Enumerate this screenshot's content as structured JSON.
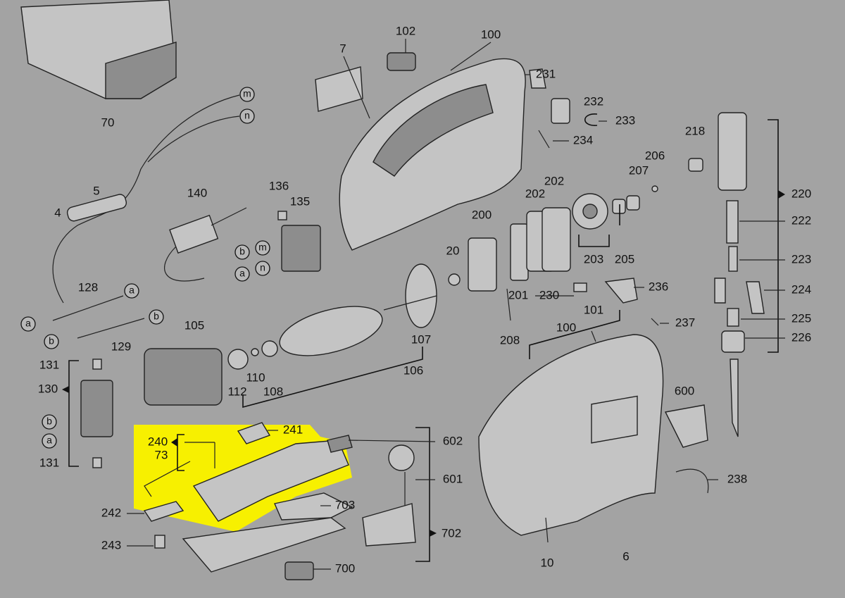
{
  "title": "Jigsaw exploded parts diagram",
  "highlight_color": "#f7f000",
  "background_color": "#a3a3a3",
  "part_numbers": {
    "p70": "70",
    "p7": "7",
    "p102": "102",
    "p100a": "100",
    "p231": "231",
    "p232": "232",
    "p233": "233",
    "p234": "234",
    "p218": "218",
    "p206": "206",
    "p207": "207",
    "p202a": "202",
    "p202b": "202",
    "p220": "220",
    "p222": "222",
    "p223": "223",
    "p224": "224",
    "p225": "225",
    "p226": "226",
    "p5": "5",
    "p4": "4",
    "p140": "140",
    "p136": "136",
    "p135": "135",
    "p200": "200",
    "p20": "20",
    "p203": "203",
    "p205": "205",
    "p236": "236",
    "p230": "230",
    "p201": "201",
    "p101": "101",
    "p128": "128",
    "p129": "129",
    "p105": "105",
    "p107": "107",
    "p208": "208",
    "p100b": "100",
    "p237": "237",
    "p106": "106",
    "p131a": "131",
    "p130": "130",
    "p110": "110",
    "p112": "112",
    "p108": "108",
    "p600": "600",
    "p241": "241",
    "p240": "240",
    "p73": "73",
    "p602": "602",
    "p601": "601",
    "p131b": "131",
    "p242": "242",
    "p703": "703",
    "p702": "702",
    "p238": "238",
    "p243": "243",
    "p700": "700",
    "p10": "10",
    "p6": "6"
  },
  "wire_letters": {
    "m1": "m",
    "n1": "n",
    "b1": "b",
    "m2": "m",
    "a1": "a",
    "n2": "n",
    "a2": "a",
    "a3": "a",
    "b2": "b",
    "b3": "b",
    "b4": "b",
    "a4": "a"
  }
}
